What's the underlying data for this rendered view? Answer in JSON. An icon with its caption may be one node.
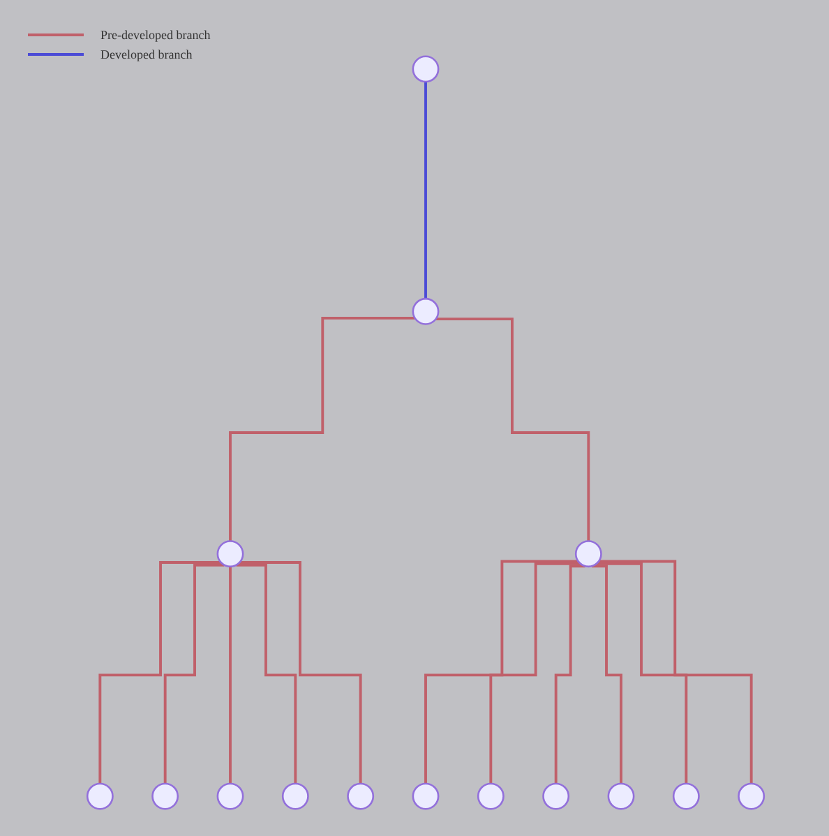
{
  "diagram": {
    "nodes": [
      {
        "text": [],
        "shape": "circle"
      },
      {
        "text": [],
        "shape": "circle"
      },
      {
        "text": [],
        "shape": "circle"
      },
      {
        "text": [],
        "shape": "circle"
      },
      {
        "text": [],
        "shape": "circle"
      },
      {
        "text": [],
        "shape": "circle"
      },
      {
        "text": [],
        "shape": "circle"
      },
      {
        "text": [],
        "shape": "circle"
      },
      {
        "text": [],
        "shape": "circle"
      },
      {
        "text": [],
        "shape": "circle"
      },
      {
        "text": [],
        "shape": "circle"
      },
      {
        "text": [],
        "shape": "circle"
      },
      {
        "text": [],
        "shape": "circle"
      },
      {
        "text": [],
        "shape": "circle"
      },
      {
        "text": [],
        "shape": "circle"
      }
    ],
    "edges": [
      {
        "from": 0,
        "to": 1,
        "arrow": "none",
        "color": "#4b4bd6"
      },
      {
        "from": 1,
        "to": 2,
        "arrow": "none"
      },
      {
        "from": 1,
        "to": 3,
        "arrow": "none"
      },
      {
        "from": 2,
        "to": 4,
        "arrow": "none"
      },
      {
        "from": 2,
        "to": 5,
        "arrow": "none"
      },
      {
        "from": 2,
        "to": 6,
        "arrow": "none"
      },
      {
        "from": 2,
        "to": 7,
        "arrow": "none"
      },
      {
        "from": 2,
        "to": 8,
        "arrow": "none"
      },
      {
        "from": 3,
        "to": 9,
        "arrow": "none"
      },
      {
        "from": 3,
        "to": 10,
        "arrow": "none"
      },
      {
        "from": 3,
        "to": 11,
        "arrow": "none"
      },
      {
        "from": 3,
        "to": 12,
        "arrow": "none"
      },
      {
        "from": 3,
        "to": 13,
        "arrow": "none"
      },
      {
        "from": 3,
        "to": 14,
        "arrow": "none"
      }
    ],
    "legend": [
      {
        "text": "Pre-developed branch"
      },
      {
        "text": "Developed branch"
      }
    ]
  }
}
